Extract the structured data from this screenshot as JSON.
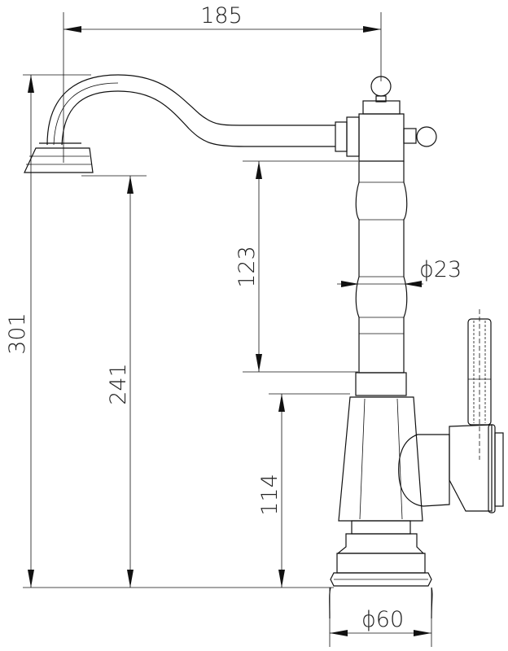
{
  "drawing": {
    "subject": "faucet",
    "dimensions": {
      "spout_reach": "185",
      "total_height": "301",
      "spout_outlet_height": "241",
      "spout_to_body": "123",
      "body_height": "114",
      "stem_diameter": "ϕ23",
      "base_diameter": "ϕ60"
    },
    "colors": {
      "line": "#111111",
      "background": "#ffffff"
    }
  }
}
